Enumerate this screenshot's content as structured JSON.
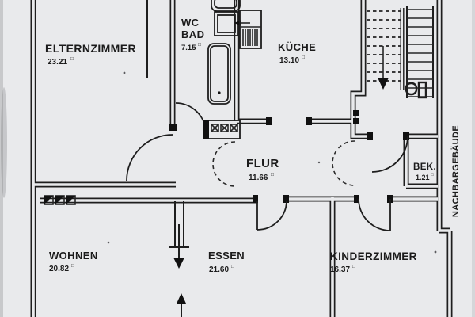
{
  "colors": {
    "paper": "#e9eaec",
    "ink": "#1e1e1e"
  },
  "rooms": [
    {
      "name": "ELTERNZIMMER",
      "area": "23.21"
    },
    {
      "name": "WC BAD",
      "line1": "WC",
      "line2": "BAD",
      "area": "7.15"
    },
    {
      "name": "KÜCHE",
      "area": "13.10"
    },
    {
      "name": "FLUR",
      "area": "11.66"
    },
    {
      "name": "BEK.",
      "area": "1.21"
    },
    {
      "name": "WOHNEN",
      "area": "20.82"
    },
    {
      "name": "ESSEN",
      "area": "21.60"
    },
    {
      "name": "KINDERZIMMER",
      "area": "16.37"
    }
  ],
  "labels": {
    "neighbor_building": "NACHBARGEBÄUDE",
    "area_unit_symbol": "□"
  }
}
